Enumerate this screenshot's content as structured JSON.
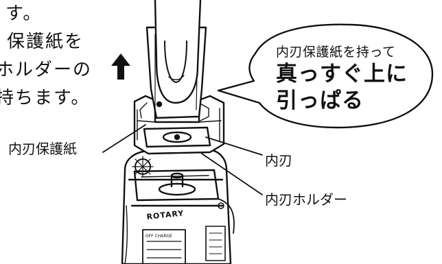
{
  "instructions": {
    "line1": "す。",
    "line2": "保護紙を",
    "line3": "ホルダーの",
    "line4": "持ちます。"
  },
  "callout": {
    "line1": "内刃保護紙を持って",
    "line2": "真っすぐ上に",
    "line3": "引っぱる"
  },
  "labels": {
    "protective_paper": "内刃保護紙",
    "inner_blade": "内刃",
    "inner_blade_holder": "内刃ホルダー"
  },
  "device": {
    "brand": "ROTARY",
    "switch_label": "OFF CHARGE"
  },
  "icons": {
    "direction": "up-arrow-icon"
  }
}
